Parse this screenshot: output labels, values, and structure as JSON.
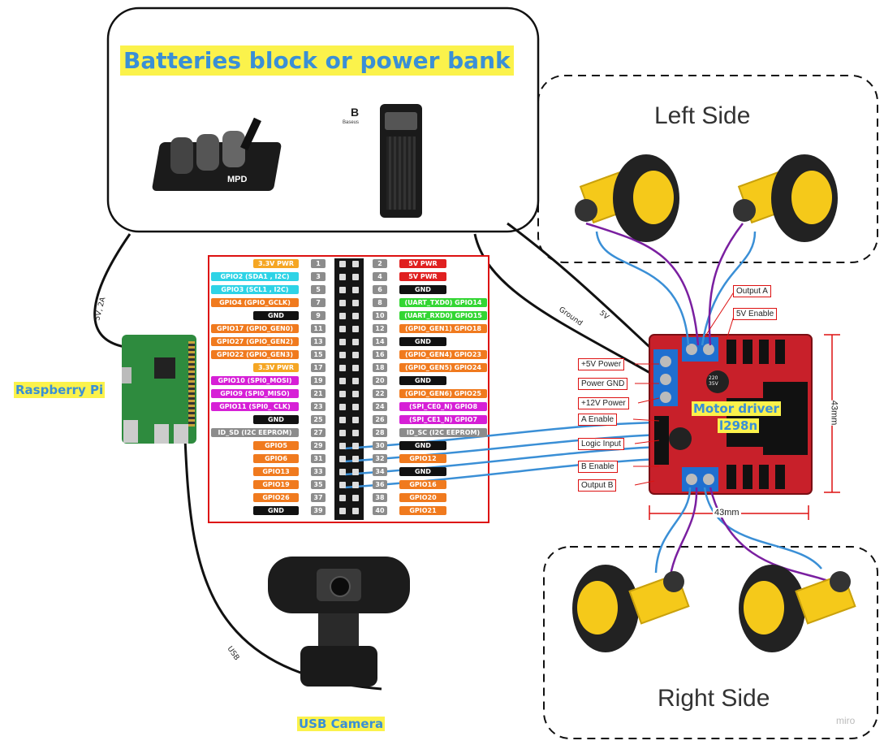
{
  "batteries": {
    "title": "Batteries block or power bank",
    "battery_text": "MPD",
    "bank_brand": "Baseus",
    "bank_logo": "B"
  },
  "left_side": {
    "title": "Left Side"
  },
  "right_side": {
    "title": "Right Side"
  },
  "raspberry": {
    "label": "Raspberry Pi"
  },
  "camera": {
    "label": "USB Camera"
  },
  "wires": {
    "pi_power": "5V, 2A",
    "ground": "Ground",
    "five_v": "5V",
    "usb": "USB"
  },
  "motor_driver": {
    "title_line1": "Motor driver",
    "title_line2": "l298n",
    "output_a": "Output A",
    "enable_5v": "5V Enable",
    "plus5v": "+5V Power",
    "power_gnd": "Power GND",
    "plus12v": "+12V Power",
    "a_enable": "A Enable",
    "logic_input": "Logic Input",
    "b_enable": "B Enable",
    "output_b": "Output B",
    "width": "43mm",
    "height": "43mm",
    "cap_text": "220 35V"
  },
  "watermark": "miro",
  "colors": {
    "yellow_hl": "#fbf24b",
    "title_blue": "#3a8fd6",
    "board_red": "#c8202a",
    "wire_blue": "#3a8fd6",
    "wire_purple": "#7a1fa0"
  },
  "gpio": {
    "left": [
      {
        "label": "3.3V PWR",
        "num": "1",
        "color": "#f5a623"
      },
      {
        "label": "GPIO2 (SDA1 , I2C)",
        "num": "3",
        "color": "#2ed3e6"
      },
      {
        "label": "GPIO3 (SCL1 , I2C)",
        "num": "5",
        "color": "#2ed3e6"
      },
      {
        "label": "GPIO4 (GPIO_GCLK)",
        "num": "7",
        "color": "#f07a1e"
      },
      {
        "label": "GND",
        "num": "9",
        "color": "#111111"
      },
      {
        "label": "GPIO17 (GPIO_GEN0)",
        "num": "11",
        "color": "#f07a1e"
      },
      {
        "label": "GPIO27 (GPIO_GEN2)",
        "num": "13",
        "color": "#f07a1e"
      },
      {
        "label": "GPIO22 (GPIO_GEN3)",
        "num": "15",
        "color": "#f07a1e"
      },
      {
        "label": "3.3V PWR",
        "num": "17",
        "color": "#f5a623"
      },
      {
        "label": "GPIO10 (SPI0_MOSI)",
        "num": "19",
        "color": "#d61fd6"
      },
      {
        "label": "GPIO9 (SPI0_MISO)",
        "num": "21",
        "color": "#d61fd6"
      },
      {
        "label": "GPIO11 (SPI0_ CLK)",
        "num": "23",
        "color": "#d61fd6"
      },
      {
        "label": "GND",
        "num": "25",
        "color": "#111111"
      },
      {
        "label": "ID_SD (I2C EEPROM)",
        "num": "27",
        "color": "#8c8c8c"
      },
      {
        "label": "GPIO5",
        "num": "29",
        "color": "#f07a1e"
      },
      {
        "label": "GPIO6",
        "num": "31",
        "color": "#f07a1e"
      },
      {
        "label": "GPIO13",
        "num": "33",
        "color": "#f07a1e"
      },
      {
        "label": "GPIO19",
        "num": "35",
        "color": "#f07a1e"
      },
      {
        "label": "GPIO26",
        "num": "37",
        "color": "#f07a1e"
      },
      {
        "label": "GND",
        "num": "39",
        "color": "#111111"
      }
    ],
    "right": [
      {
        "label": "5V PWR",
        "num": "2",
        "color": "#e02020"
      },
      {
        "label": "5V PWR",
        "num": "4",
        "color": "#e02020"
      },
      {
        "label": "GND",
        "num": "6",
        "color": "#111111"
      },
      {
        "label": "(UART_TXD0) GPIO14",
        "num": "8",
        "color": "#33d633"
      },
      {
        "label": "(UART_RXD0) GPIO15",
        "num": "10",
        "color": "#33d633"
      },
      {
        "label": "(GPIO_GEN1) GPIO18",
        "num": "12",
        "color": "#f07a1e"
      },
      {
        "label": "GND",
        "num": "14",
        "color": "#111111"
      },
      {
        "label": "(GPIO_GEN4) GPIO23",
        "num": "16",
        "color": "#f07a1e"
      },
      {
        "label": "(GPIO_GEN5) GPIO24",
        "num": "18",
        "color": "#f07a1e"
      },
      {
        "label": "GND",
        "num": "20",
        "color": "#111111"
      },
      {
        "label": "(GPIO_GEN6) GPIO25",
        "num": "22",
        "color": "#f07a1e"
      },
      {
        "label": "(SPI_CE0_N) GPIO8",
        "num": "24",
        "color": "#d61fd6"
      },
      {
        "label": "(SPI_CE1_N) GPIO7",
        "num": "26",
        "color": "#d61fd6"
      },
      {
        "label": "ID_SC (I2C EEPROM)",
        "num": "28",
        "color": "#8c8c8c"
      },
      {
        "label": "GND",
        "num": "30",
        "color": "#111111"
      },
      {
        "label": "GPIO12",
        "num": "32",
        "color": "#f07a1e"
      },
      {
        "label": "GND",
        "num": "34",
        "color": "#111111"
      },
      {
        "label": "GPIO16",
        "num": "36",
        "color": "#f07a1e"
      },
      {
        "label": "GPIO20",
        "num": "38",
        "color": "#f07a1e"
      },
      {
        "label": "GPIO21",
        "num": "40",
        "color": "#f07a1e"
      }
    ]
  }
}
